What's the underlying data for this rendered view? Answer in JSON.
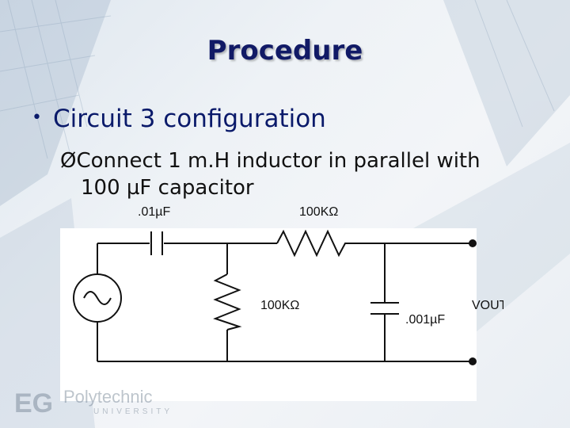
{
  "slide": {
    "title": "Procedure",
    "bullet": "Circuit 3 configuration",
    "sub_bullet_line1": "Connect 1 m.H inductor in parallel with",
    "sub_bullet_line2": "100 µF capacitor"
  },
  "circuit": {
    "cap1_label": ".01µF",
    "res1_label": "100KΩ",
    "res2_label": "100KΩ",
    "cap2_label": ".001µF",
    "vout_label": "VOUT"
  },
  "logo": {
    "letters": "EG",
    "text1": "Polytechnic",
    "text2": "UNIVERSITY"
  }
}
